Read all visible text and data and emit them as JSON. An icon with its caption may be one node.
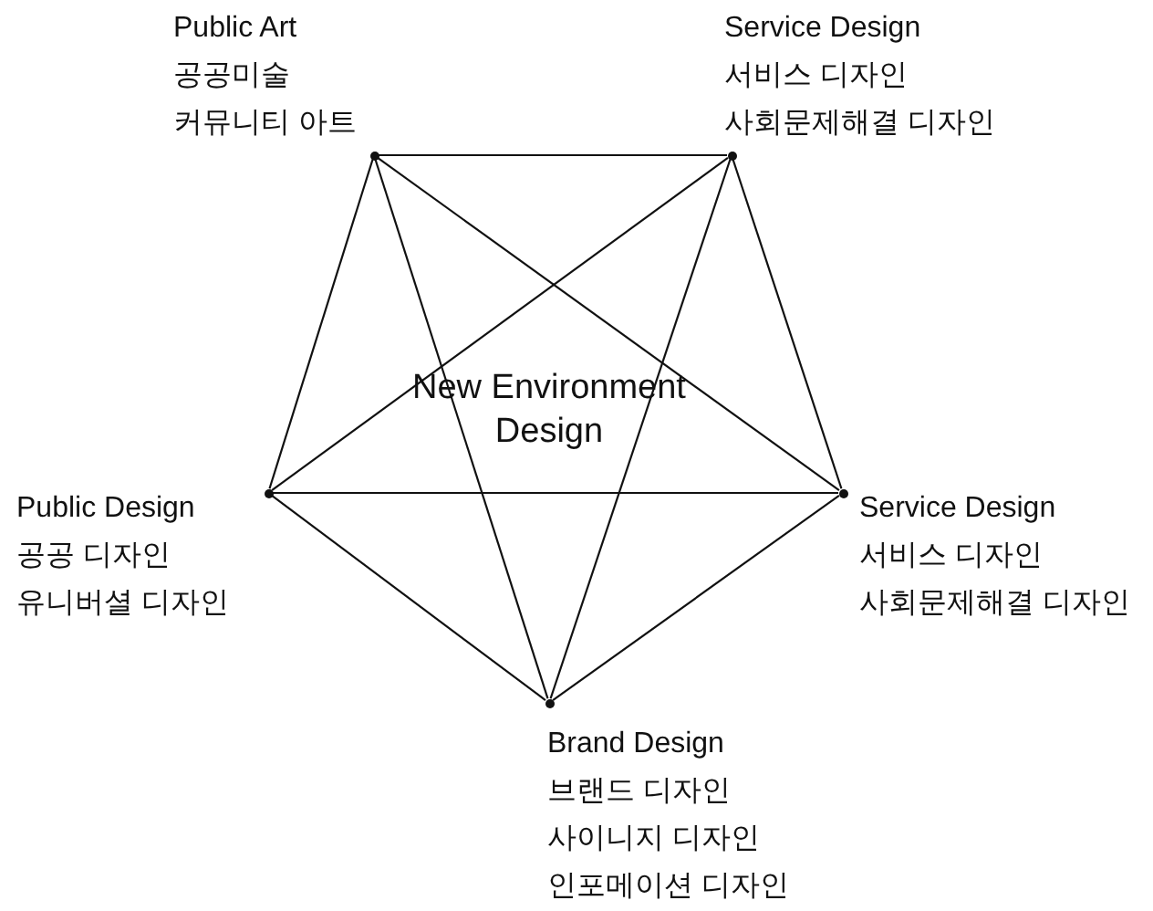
{
  "diagram": {
    "nodes": [
      {
        "text": [],
        "shape": "circle",
        "beside": [
          "Public Art",
          "공공미술",
          "커뮤니티 아트"
        ]
      },
      {
        "text": [],
        "shape": "circle",
        "beside": [
          "Service Design",
          "서비스 디자인",
          "사회문제해결 디자인"
        ]
      },
      {
        "text": [],
        "shape": "circle",
        "beside": [
          "Public Design",
          "공공 디자인",
          "유니버셜 디자인"
        ]
      },
      {
        "text": [],
        "shape": "circle",
        "beside": [
          "Service Design",
          "서비스 디자인",
          "사회문제해결 디자인"
        ]
      },
      {
        "text": [],
        "shape": "circle",
        "beside": [
          "Brand Design",
          "브랜드 디자인",
          "사이니지 디자인",
          "인포메이션 디자인"
        ]
      }
    ],
    "edges": [
      {
        "from": 0,
        "to": 1,
        "arrow": "none"
      },
      {
        "from": 0,
        "to": 2,
        "arrow": "none"
      },
      {
        "from": 0,
        "to": 3,
        "arrow": "none"
      },
      {
        "from": 0,
        "to": 4,
        "arrow": "none"
      },
      {
        "from": 1,
        "to": 2,
        "arrow": "none"
      },
      {
        "from": 1,
        "to": 3,
        "arrow": "none"
      },
      {
        "from": 1,
        "to": 4,
        "arrow": "none"
      },
      {
        "from": 2,
        "to": 3,
        "arrow": "none"
      },
      {
        "from": 2,
        "to": 4,
        "arrow": "none"
      },
      {
        "from": 3,
        "to": 4,
        "arrow": "none"
      }
    ],
    "labels": [
      "New Environment Design"
    ]
  }
}
